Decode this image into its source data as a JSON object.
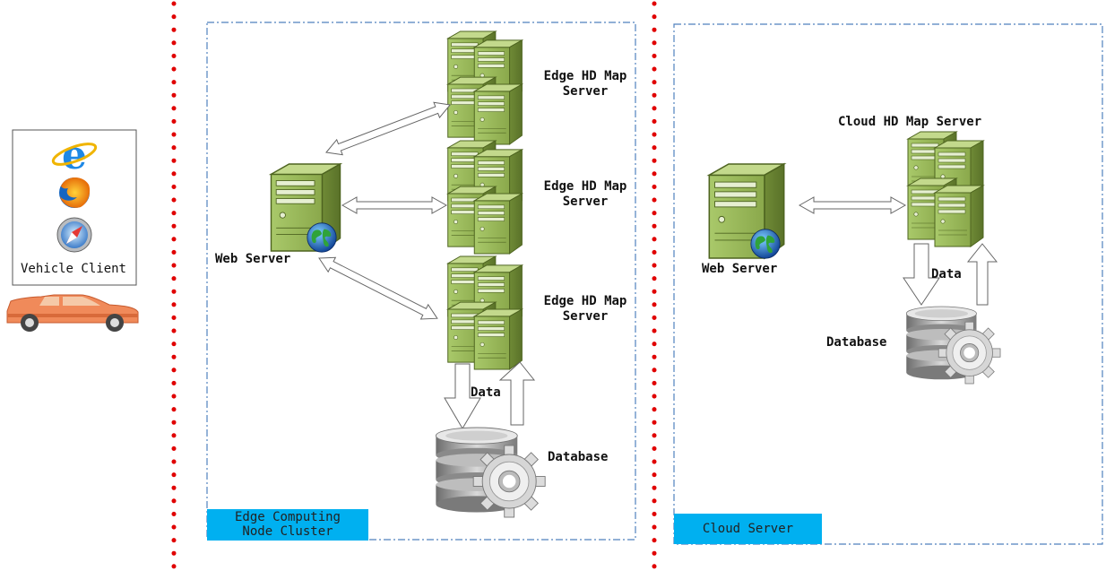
{
  "vehicle_client": {
    "label": "Vehicle Client",
    "icons": [
      "internet-explorer-icon",
      "firefox-icon",
      "safari-icon",
      "car-icon"
    ]
  },
  "edge_cluster": {
    "tag_line1": "Edge Computing",
    "tag_line2": "Node Cluster",
    "web_server_label": "Web Server",
    "map_servers": [
      {
        "line1": "Edge HD Map",
        "line2": "Server"
      },
      {
        "line1": "Edge HD Map",
        "line2": "Server"
      },
      {
        "line1": "Edge HD Map",
        "line2": "Server"
      }
    ],
    "data_label": "Data",
    "database_label": "Database"
  },
  "cloud": {
    "tag": "Cloud Server",
    "web_server_label": "Web Server",
    "map_server_label": "Cloud HD Map Server",
    "data_label": "Data",
    "database_label": "Database"
  },
  "colors": {
    "server_green": "#9bbb59",
    "divider_red": "#e00000",
    "tag_blue": "#00b0f0",
    "frame_blue": "#4f81bd"
  }
}
